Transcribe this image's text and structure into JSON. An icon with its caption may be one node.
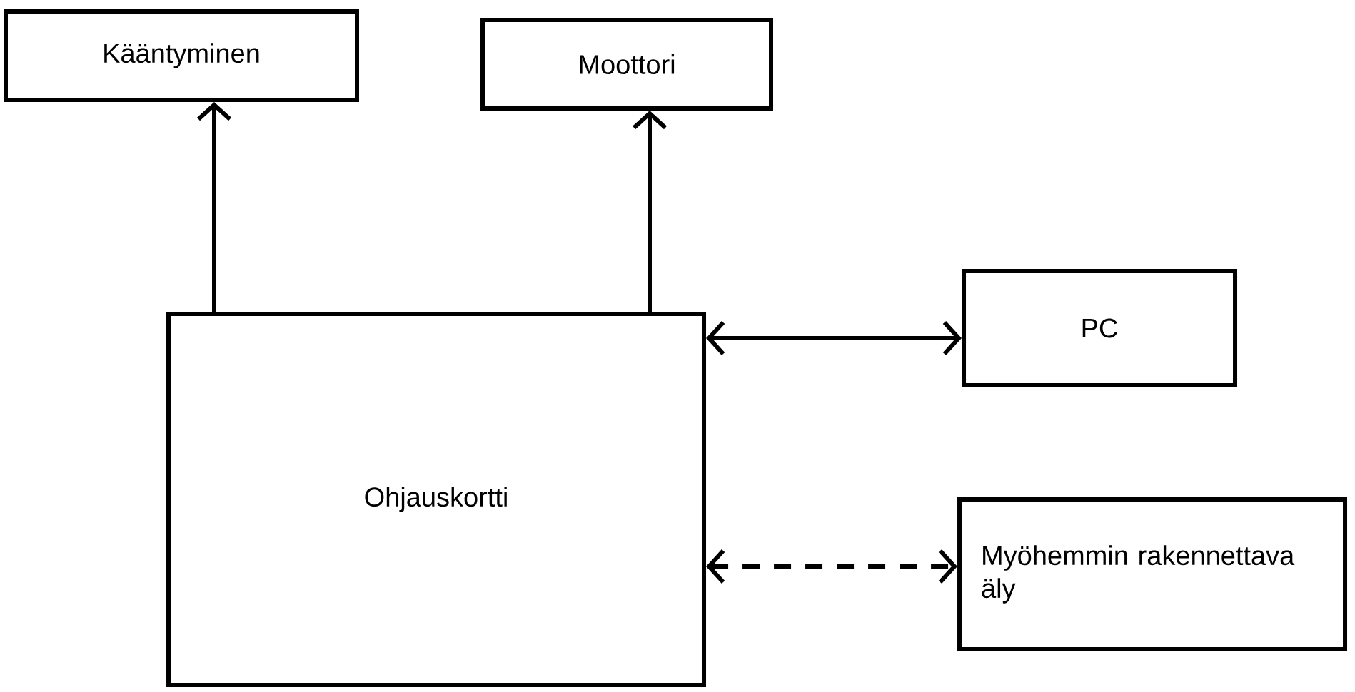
{
  "diagram": {
    "nodes": [
      {
        "text": [
          "Kääntyminen"
        ]
      },
      {
        "text": [
          "Moottori"
        ]
      },
      {
        "text": [
          "Ohjauskortti"
        ]
      },
      {
        "text": [
          "PC"
        ]
      },
      {
        "text": [
          "Myöhemmin rakennettava äly"
        ]
      }
    ],
    "edges": [
      {
        "from": 2,
        "to": 0,
        "arrow": "to"
      },
      {
        "from": 2,
        "to": 1,
        "arrow": "to"
      },
      {
        "from": 2,
        "to": 3,
        "arrow": "both"
      },
      {
        "from": 2,
        "to": 4,
        "arrow": "both",
        "style": "dashed"
      }
    ]
  }
}
